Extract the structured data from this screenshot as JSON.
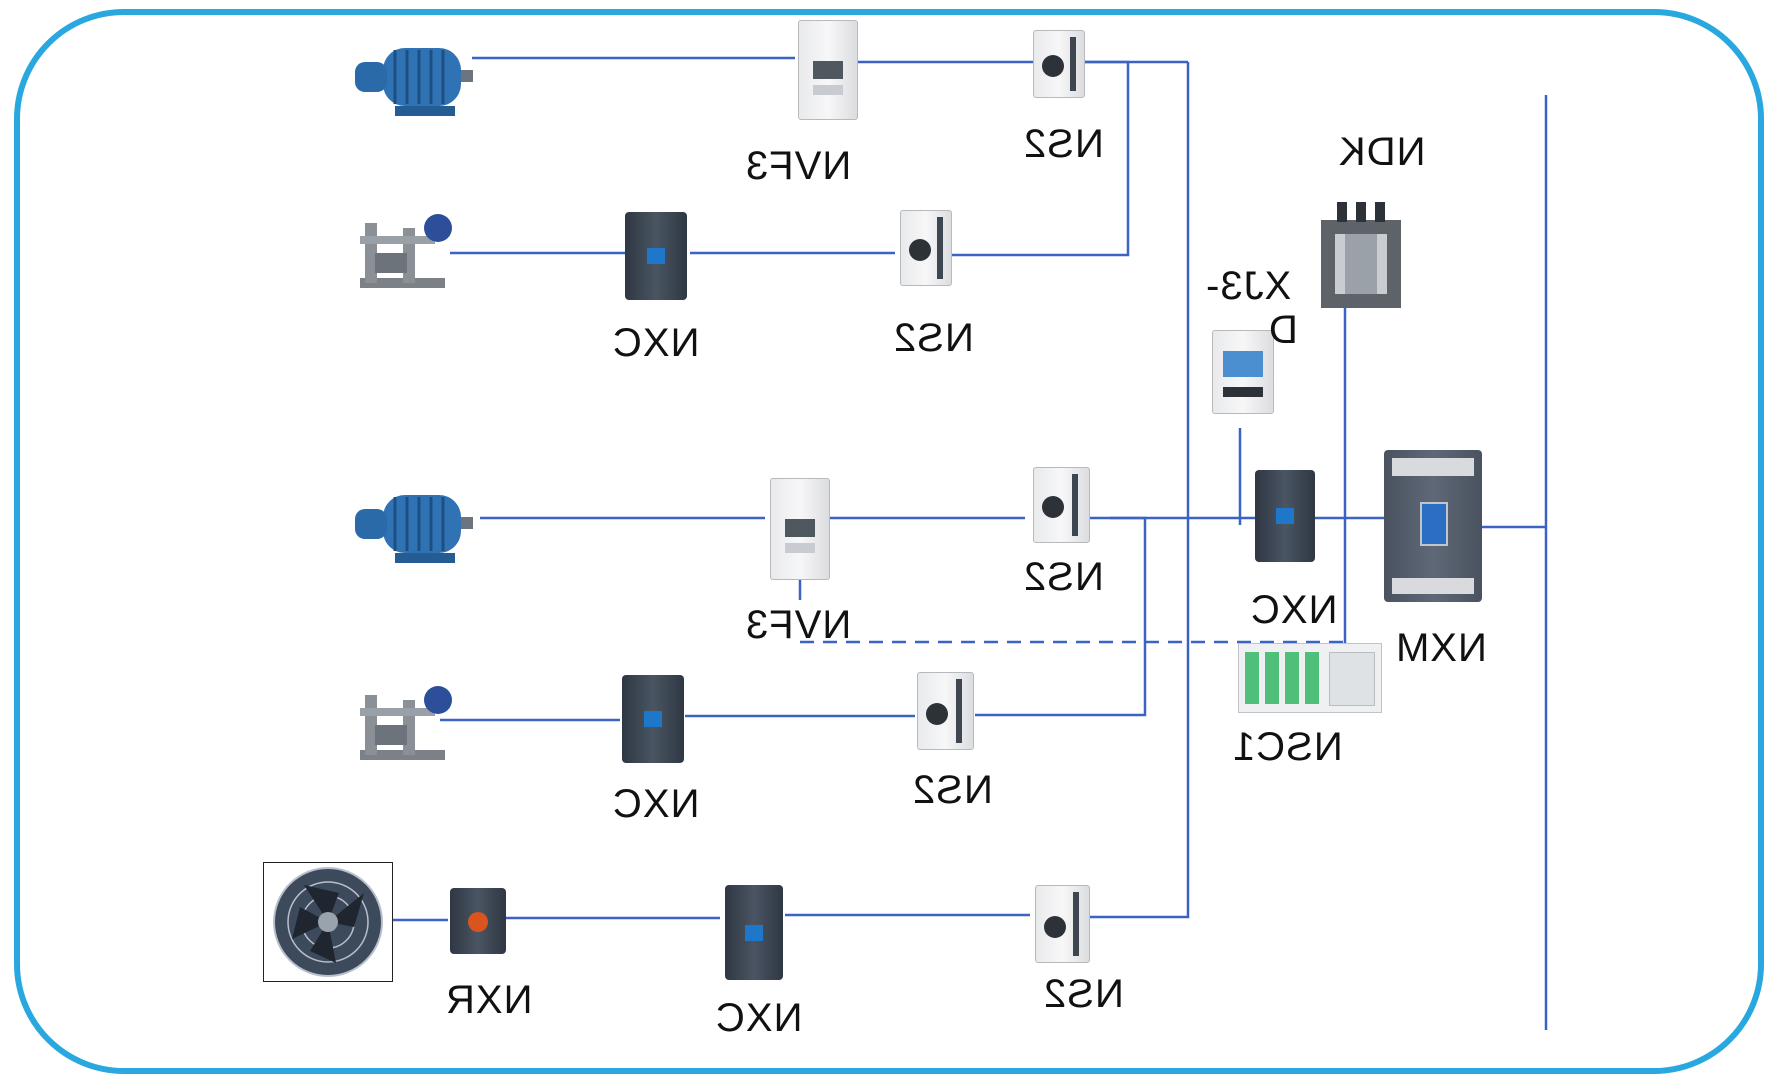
{
  "colors": {
    "frame": "#29a8e0",
    "wire": "#3a63c4",
    "motor": "#2f73b4",
    "contactor": "#2f3743",
    "accent": "#1f77c9"
  },
  "labels": {
    "nvf3_top": "NVF3",
    "ns2_r1": "NS2",
    "nxc_r2": "NXC",
    "ns2_r2": "NS2",
    "ndk": "NDK",
    "xj3_line1": "XJ3-",
    "xj3_line2": "D",
    "nvf3_r3": "NVF3",
    "ns2_r3": "NS2",
    "nxc_main": "NXC",
    "nxm": "NXM",
    "nsc1": "NSC1",
    "nxc_r4": "NXC",
    "ns2_r4": "NS2",
    "nxr": "NXR",
    "nxc_r5": "NXC",
    "ns2_r5": "NS2"
  },
  "icons": {
    "motor": "electric-motor-icon",
    "brake": "drum-brake-icon",
    "fan": "axial-fan-icon"
  }
}
